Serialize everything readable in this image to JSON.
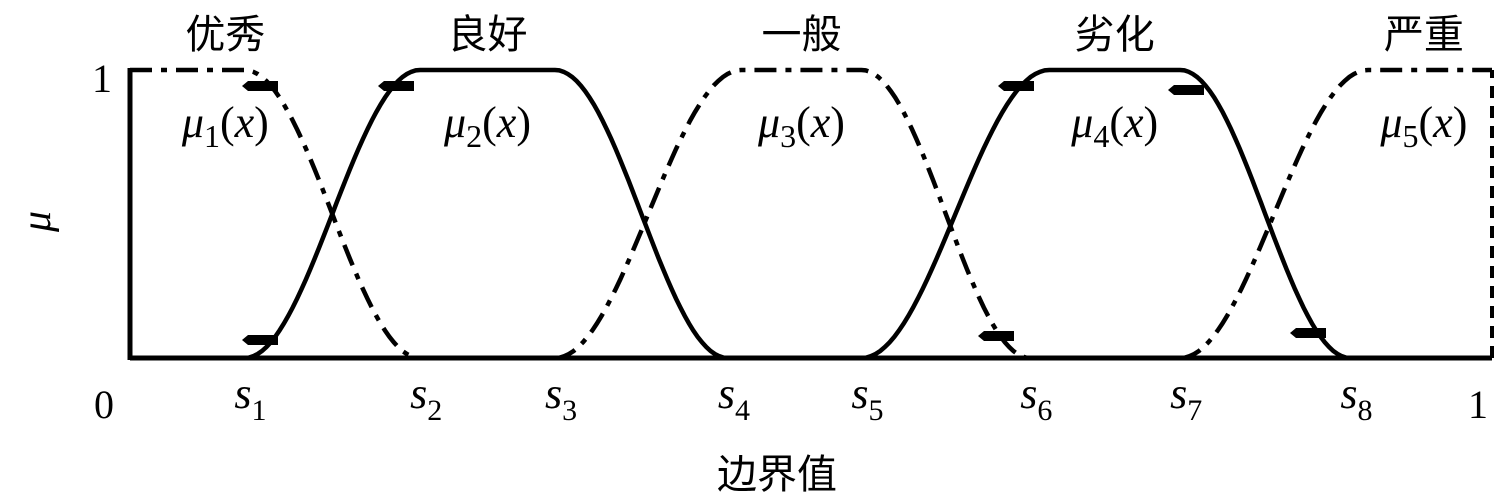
{
  "chart_data": {
    "type": "line",
    "title": "",
    "xlabel": "边界值",
    "ylabel": "μ",
    "xlim": [
      0,
      1
    ],
    "ylim": [
      0,
      1
    ],
    "x_tick_labels": [
      "0",
      "s1",
      "s2",
      "s3",
      "s4",
      "s5",
      "s6",
      "s7",
      "s8",
      "1"
    ],
    "y_tick_labels": [
      "1"
    ],
    "boundaries": {
      "s1": 0.084,
      "s2": 0.213,
      "s3": 0.312,
      "s4": 0.439,
      "s5": 0.537,
      "s6": 0.661,
      "s7": 0.771,
      "s8": 0.896
    },
    "series": [
      {
        "name": "μ1(x)",
        "category": "优秀",
        "style": "dash-dot",
        "points": [
          [
            0,
            1
          ],
          [
            0.084,
            1
          ],
          [
            0.213,
            0
          ]
        ]
      },
      {
        "name": "μ2(x)",
        "category": "良好",
        "style": "solid",
        "points": [
          [
            0.084,
            0
          ],
          [
            0.213,
            1
          ],
          [
            0.312,
            1
          ],
          [
            0.439,
            0
          ]
        ]
      },
      {
        "name": "μ3(x)",
        "category": "一般",
        "style": "dash-dot",
        "points": [
          [
            0.312,
            0
          ],
          [
            0.449,
            1
          ],
          [
            0.537,
            1
          ],
          [
            0.661,
            0
          ]
        ]
      },
      {
        "name": "μ4(x)",
        "category": "劣化",
        "style": "solid",
        "points": [
          [
            0.537,
            0
          ],
          [
            0.675,
            1
          ],
          [
            0.771,
            1
          ],
          [
            0.896,
            0
          ]
        ]
      },
      {
        "name": "μ5(x)",
        "category": "严重",
        "style": "dash-dot",
        "points": [
          [
            0.771,
            0
          ],
          [
            0.909,
            1
          ],
          [
            1,
            1
          ]
        ]
      }
    ]
  },
  "labels": {
    "categories": [
      "优秀",
      "良好",
      "一般",
      "劣化",
      "严重"
    ],
    "mu_symbol": "μ",
    "x_symbol": "x",
    "subscripts": [
      "1",
      "2",
      "3",
      "4",
      "5"
    ],
    "s_symbol": "s",
    "s_subscripts": [
      "1",
      "2",
      "3",
      "4",
      "5",
      "6",
      "7",
      "8"
    ],
    "x_zero": "0",
    "x_one": "1",
    "y_one": "1",
    "ylabel": "μ",
    "xlabel": "边界值"
  }
}
